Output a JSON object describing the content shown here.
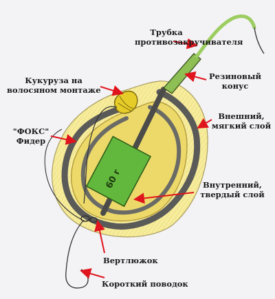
{
  "labels": {
    "tube_line1": "Трубка",
    "tube_line2": "противозакручивателя",
    "rubber_line1": "Резиновый",
    "rubber_line2": "конус",
    "corn_line1": "Кукуруза на",
    "corn_line2": "волосяном монтаже",
    "outer_line1": "Внешний,",
    "outer_line2": "мягкий слой",
    "fox_line1": "\"ФОКС\"",
    "fox_line2": "Фидер",
    "inner_line1": "Внутренний,",
    "inner_line2": "твердый слой",
    "swivel": "Вертлюжок",
    "leader": "Короткий поводок",
    "weight": "60 г"
  },
  "colors": {
    "background": "#f3f2f5",
    "outer_layer": "#f6ec9c",
    "inner_layer": "#ecd96a",
    "feeder_frame": "#5a5a58",
    "weight": "#62b83c",
    "tube": "#9ccd60",
    "corn": "#e6cc28",
    "arrow": "#e0141c"
  }
}
